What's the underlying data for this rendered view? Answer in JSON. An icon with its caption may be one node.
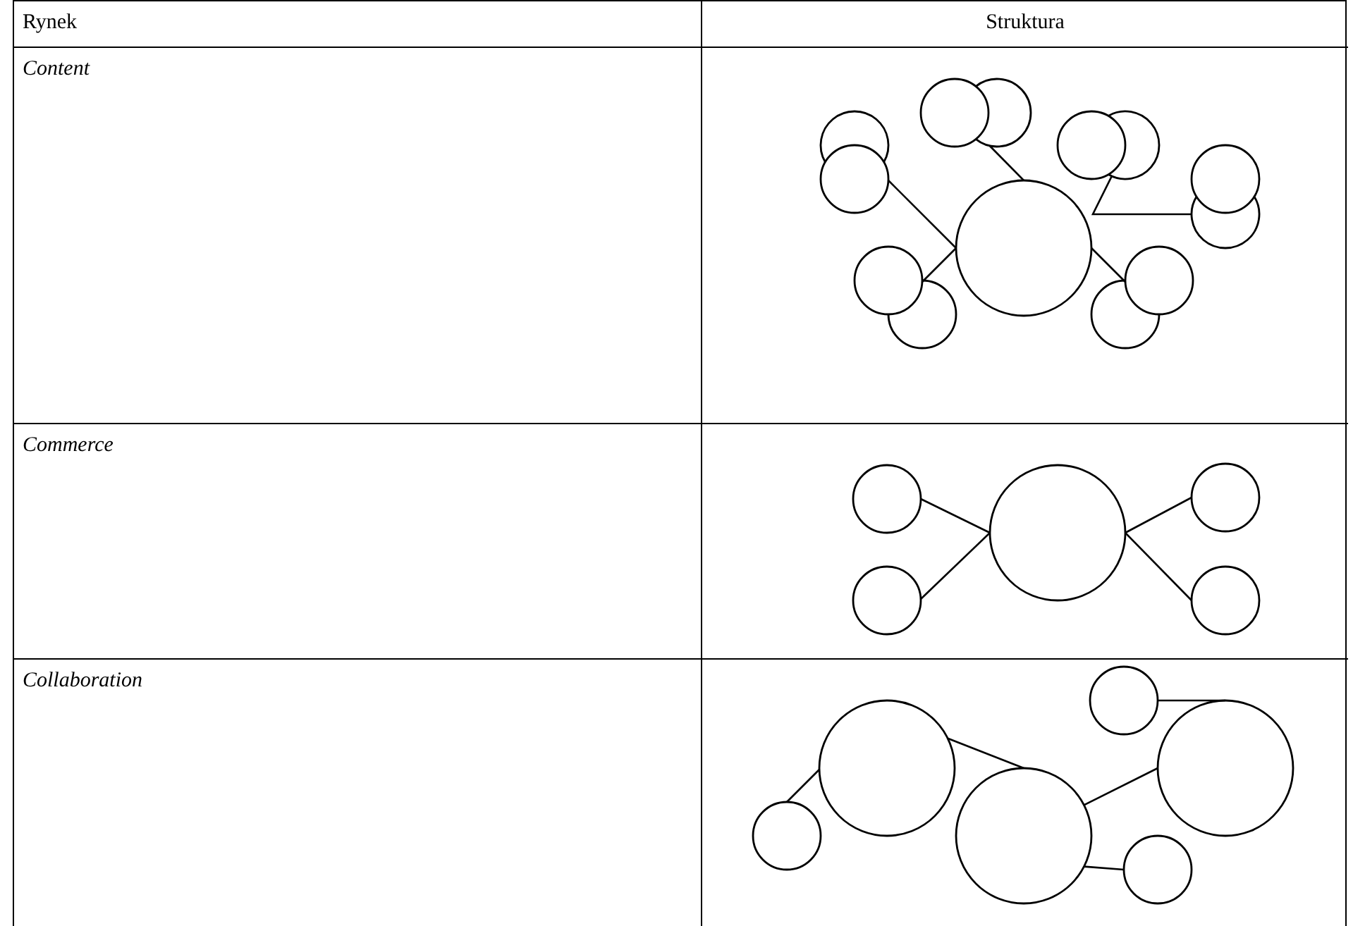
{
  "diagram": {
    "nodes": [
      {
        "text": [],
        "shape": "circle"
      },
      {
        "text": [],
        "shape": "circle"
      },
      {
        "text": [],
        "shape": "circle"
      },
      {
        "text": [],
        "shape": "circle"
      },
      {
        "text": [],
        "shape": "circle"
      },
      {
        "text": [],
        "shape": "circle"
      },
      {
        "text": [],
        "shape": "circle"
      },
      {
        "text": [],
        "shape": "circle"
      },
      {
        "text": [],
        "shape": "circle"
      },
      {
        "text": [],
        "shape": "circle"
      },
      {
        "text": [],
        "shape": "circle"
      },
      {
        "text": [],
        "shape": "circle"
      },
      {
        "text": [],
        "shape": "circle"
      },
      {
        "text": [],
        "shape": "circle"
      },
      {
        "text": [],
        "shape": "circle"
      },
      {
        "text": [],
        "shape": "circle"
      },
      {
        "text": [],
        "shape": "circle"
      },
      {
        "text": [],
        "shape": "circle"
      },
      {
        "text": [],
        "shape": "circle"
      },
      {
        "text": [],
        "shape": "circle"
      },
      {
        "text": [],
        "shape": "circle"
      },
      {
        "text": [],
        "shape": "circle"
      },
      {
        "text": [],
        "shape": "circle"
      },
      {
        "text": [],
        "shape": "circle"
      }
    ],
    "edges": [
      {
        "from": 5,
        "to": 8,
        "arrow": "none"
      },
      {
        "from": 1,
        "to": 8,
        "arrow": "none"
      },
      {
        "from": 4,
        "to": 7,
        "arrow": "none"
      },
      {
        "from": 9,
        "to": 8,
        "arrow": "none"
      },
      {
        "from": 8,
        "to": 10,
        "arrow": "none"
      },
      {
        "from": 13,
        "to": 15,
        "arrow": "none"
      },
      {
        "from": 16,
        "to": 15,
        "arrow": "none"
      },
      {
        "from": 15,
        "to": 14,
        "arrow": "none"
      },
      {
        "from": 15,
        "to": 17,
        "arrow": "none"
      },
      {
        "from": 21,
        "to": 19,
        "arrow": "none"
      },
      {
        "from": 19,
        "to": 22,
        "arrow": "none"
      },
      {
        "from": 22,
        "to": 20,
        "arrow": "none"
      },
      {
        "from": 18,
        "to": 20,
        "arrow": "none"
      },
      {
        "from": 22,
        "to": 23,
        "arrow": "none"
      }
    ],
    "labels": [
      "Rynek",
      "Struktura",
      "Content",
      "Commerce",
      "Collaboration"
    ]
  }
}
